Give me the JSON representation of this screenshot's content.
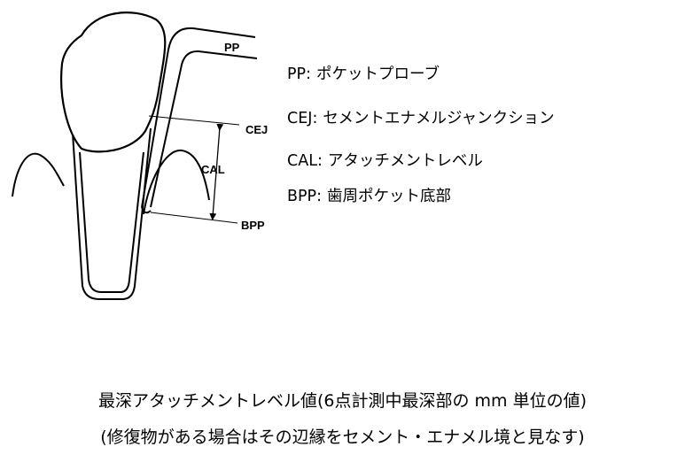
{
  "labels": {
    "pp": "PP",
    "cej": "CEJ",
    "cal": "CAL",
    "bpp": "BPP"
  },
  "legend": [
    {
      "code": "PP:",
      "text": "ポケットプローブ"
    },
    {
      "code": "CEJ:",
      "text": "セメントエナメルジャンクション"
    },
    {
      "code": "CAL:",
      "text": "アタッチメントレベル"
    },
    {
      "code": "BPP:",
      "text": "歯周ポケット底部"
    }
  ],
  "caption": {
    "line1": "最深アタッチメントレベル値(6点計測中最深部の mm 単位の値)",
    "line2": "(修復物がある場合はその辺縁をセメント・エナメル境と見なす)"
  },
  "colors": {
    "stroke": "#000000",
    "background": "#ffffff"
  }
}
